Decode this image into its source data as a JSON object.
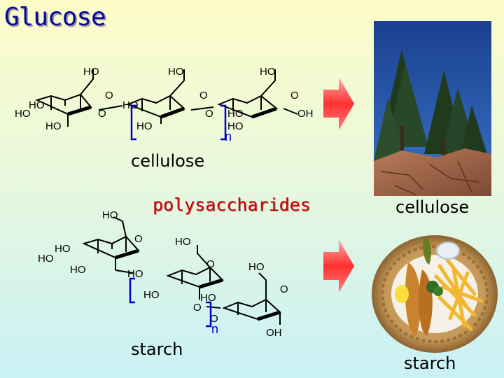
{
  "title": "Glucose",
  "main_label": "polysaccharides",
  "cellulose_section": {
    "structure_label": "cellulose",
    "subscript": "n",
    "atoms": {
      "ho_top1": "HO",
      "ho_top2": "HO",
      "ho_top3": "HO",
      "o_ring1": "O",
      "o_ring2": "O",
      "o_ring3": "O",
      "ho_left1": "HO",
      "ho_left2": "HO",
      "ho_bottom1": "HO",
      "ho_mid2": "HO",
      "ho_bottom2": "HO",
      "o_link1": "O",
      "ho_mid3": "HO",
      "ho_bottom3": "HO",
      "o_link2": "O",
      "oh_end": "OH"
    },
    "photo_caption": "cellulose"
  },
  "starch_section": {
    "structure_label": "starch",
    "subscript": "n",
    "atoms": {
      "ho_top1": "HO",
      "o_ring1": "O",
      "ho_left1": "HO",
      "ho_left2": "HO",
      "ho_bottom1": "HO",
      "ho_top2": "HO",
      "o_ring2": "O",
      "ho_mid2": "HO",
      "ho_bottom2": "HO",
      "o_link1": "O",
      "ho_top3": "HO",
      "o_ring3": "O",
      "ho_mid3": "HO",
      "o_link2": "O",
      "oh_end": "OH"
    },
    "photo_caption": "starch"
  },
  "colors": {
    "title": "#0a0aa0",
    "accent_text": "#cc0000",
    "arrow": "#ff3333"
  }
}
